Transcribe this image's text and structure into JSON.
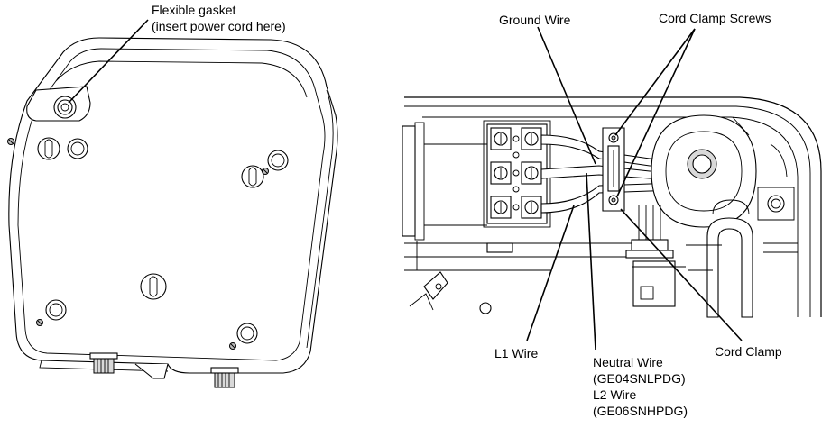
{
  "labels": {
    "flexible_gasket_line1": "Flexible gasket",
    "flexible_gasket_line2": "(insert power cord here)",
    "ground_wire": "Ground Wire",
    "cord_clamp_screws": "Cord Clamp Screws",
    "l1_wire": "L1 Wire",
    "neutral_wire": "Neutral Wire",
    "neutral_model": "(GE04SNLPDG)",
    "l2_wire": "L2 Wire",
    "l2_model": "(GE06SNHPDG)",
    "cord_clamp": "Cord Clamp"
  }
}
